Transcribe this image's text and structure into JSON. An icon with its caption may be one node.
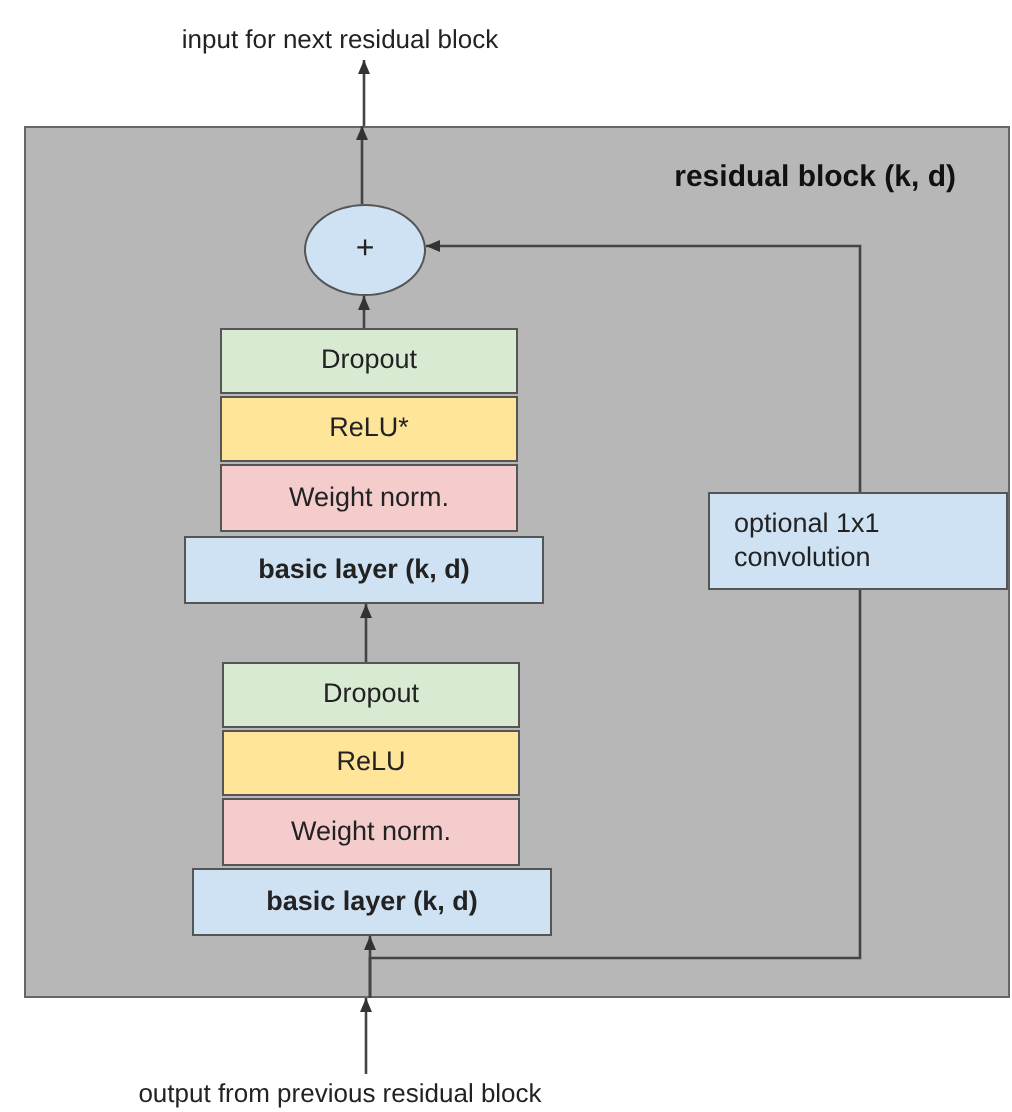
{
  "diagram": {
    "nodes": [
      {
        "text": [
          "residual block (k, d)"
        ]
      },
      {
        "text": [
          "+"
        ],
        "in": 0
      },
      {
        "text": [
          "Dropout"
        ],
        "in": 0
      },
      {
        "text": [
          "ReLU*"
        ],
        "in": 0
      },
      {
        "text": [
          "Weight norm."
        ],
        "in": 0
      },
      {
        "text": [
          "basic layer (k, d)"
        ],
        "in": 0
      },
      {
        "text": [
          "Dropout"
        ],
        "in": 0
      },
      {
        "text": [
          "ReLU"
        ],
        "in": 0
      },
      {
        "text": [
          "Weight norm."
        ],
        "in": 0
      },
      {
        "text": [
          "basic layer (k, d)"
        ],
        "in": 0
      },
      {
        "text": [
          "optional 1x1 convolution"
        ],
        "in": 0
      },
      {
        "text": [
          "input for next residual block"
        ]
      },
      {
        "text": [
          "output from previous residual block"
        ]
      }
    ],
    "edges": [
      {
        "from": 1,
        "to": 0,
        "arrow": "to"
      },
      {
        "from": 0,
        "to": 11,
        "arrow": "to"
      },
      {
        "from": 2,
        "to": 1,
        "arrow": "to"
      },
      {
        "from": 6,
        "to": 5,
        "arrow": "to"
      },
      {
        "from": 12,
        "to": 0,
        "arrow": "to"
      },
      {
        "from": 0,
        "to": 9,
        "arrow": "to"
      },
      {
        "from": 0,
        "to": 10,
        "arrow": "none"
      },
      {
        "from": 10,
        "to": 1,
        "arrow": "to"
      }
    ]
  }
}
